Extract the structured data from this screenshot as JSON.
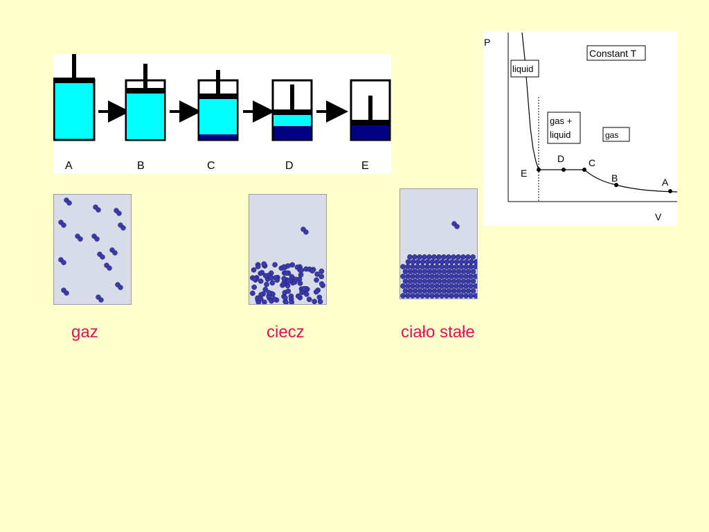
{
  "colors": {
    "background": "#ffffcc",
    "fluid": "#00ffff",
    "condensed": "#000080",
    "molecule": "#3a3aa8",
    "state_label": "#e0105a"
  },
  "pistons": {
    "labels": [
      "A",
      "B",
      "C",
      "D",
      "E"
    ]
  },
  "pv_diagram": {
    "axis_p": "P",
    "axis_v": "V",
    "constant_label": "Constant T",
    "region_liquid": "liquid",
    "region_mix_line1": "gas +",
    "region_mix_line2": "liquid",
    "region_gas": "gas",
    "points": [
      "A",
      "B",
      "C",
      "D",
      "E"
    ]
  },
  "states": {
    "gas": "gaz",
    "liquid": "ciecz",
    "solid": "ciało stałe"
  }
}
